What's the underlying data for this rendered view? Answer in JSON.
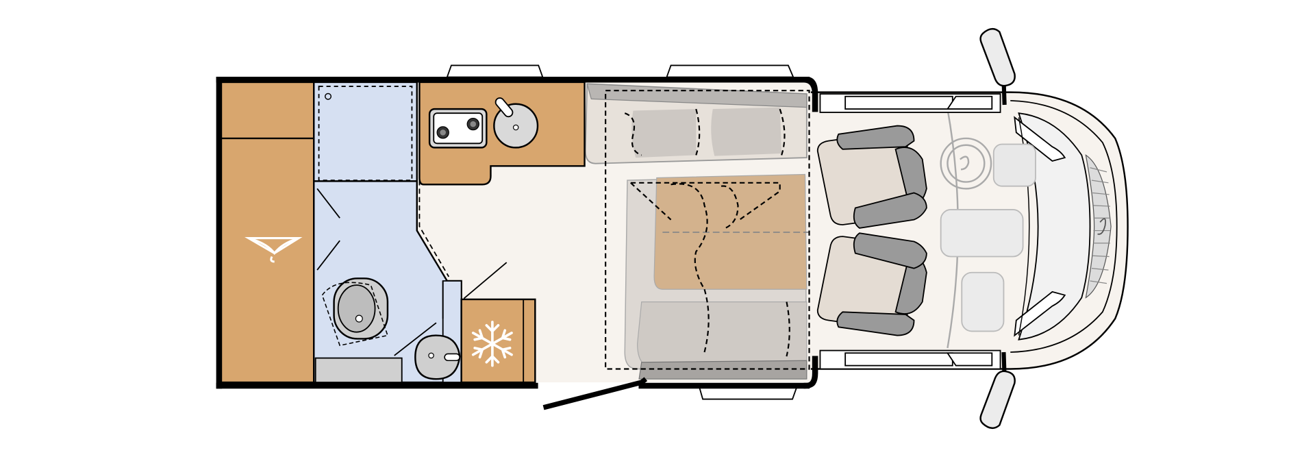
{
  "diagram": {
    "type": "motorhome-floorplan",
    "orientation": "cab-right",
    "zones": [
      {
        "id": "wardrobe",
        "icon": "hanger-icon",
        "fill": "#d8a66e"
      },
      {
        "id": "bathroom",
        "fill": "#d6e0f2"
      },
      {
        "id": "kitchen",
        "fill": "#d8a66e"
      },
      {
        "id": "fridge",
        "icon": "snowflake-icon",
        "fill": "#d8a66e"
      },
      {
        "id": "living-area",
        "fill": "#f7f2ec"
      },
      {
        "id": "cab",
        "fill": "#f7f2ec"
      }
    ],
    "colors": {
      "furniture": "#d8a66e",
      "bathroom": "#d6e0f2",
      "floor": "#f7f2ec",
      "seat": "#bfbdbb",
      "seat_light": "#d9d4cf",
      "cushion_highlight": "#d3b28d",
      "outline": "#000000",
      "body": "#ffffff"
    }
  }
}
